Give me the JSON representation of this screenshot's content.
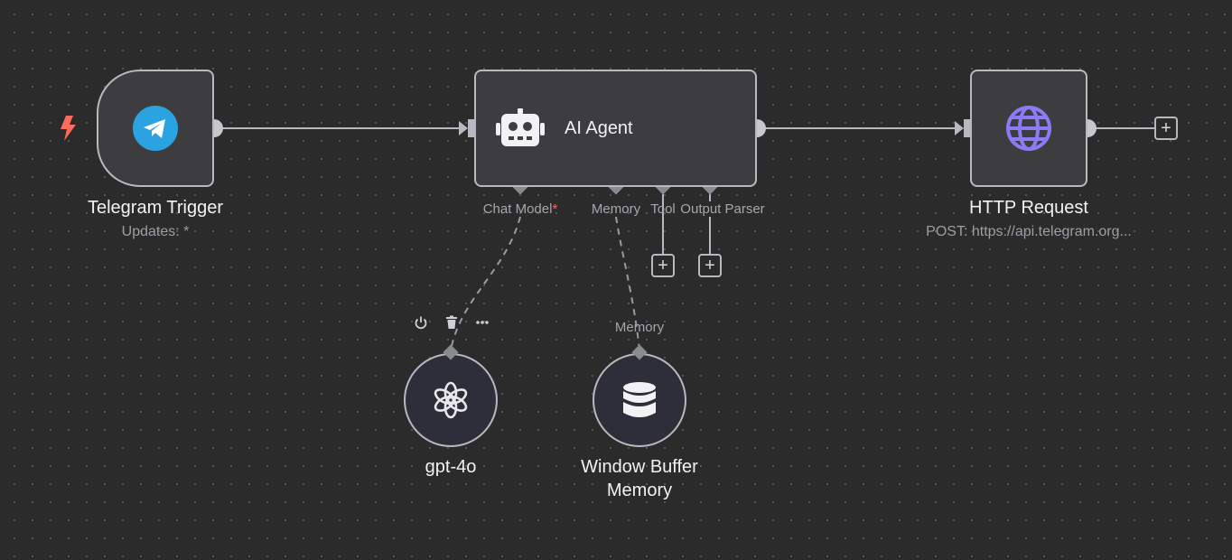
{
  "nodes": {
    "telegram_trigger": {
      "title": "Telegram Trigger",
      "subtitle": "Updates: *",
      "icon": "telegram-icon"
    },
    "ai_agent": {
      "title": "AI Agent",
      "icon": "robot-icon"
    },
    "http_request": {
      "title": "HTTP Request",
      "subtitle": "POST: https://api.telegram.org...",
      "icon": "globe-icon"
    },
    "gpt4o": {
      "title": "gpt-4o",
      "icon": "openai-icon"
    },
    "window_buffer_memory": {
      "title_line1": "Window Buffer",
      "title_line2": "Memory",
      "icon": "database-icon"
    }
  },
  "agent_ports": {
    "chat_model": "Chat Model",
    "required_mark": "*",
    "memory": "Memory",
    "tool": "Tool",
    "output_parser": "Output Parser"
  },
  "memory_port_label": "Memory",
  "node_toolbar": {
    "icons": [
      "power-icon",
      "trash-icon",
      "more-icon"
    ]
  },
  "add_symbol": "+",
  "colors": {
    "canvas": "#2b2b2b",
    "node_fill": "#3d3d40",
    "node_border": "#b8b8c0",
    "trigger_bolt": "#ff6b5a",
    "telegram_blue": "#2aa3e0",
    "globe_purple": "#8b7cf6"
  }
}
